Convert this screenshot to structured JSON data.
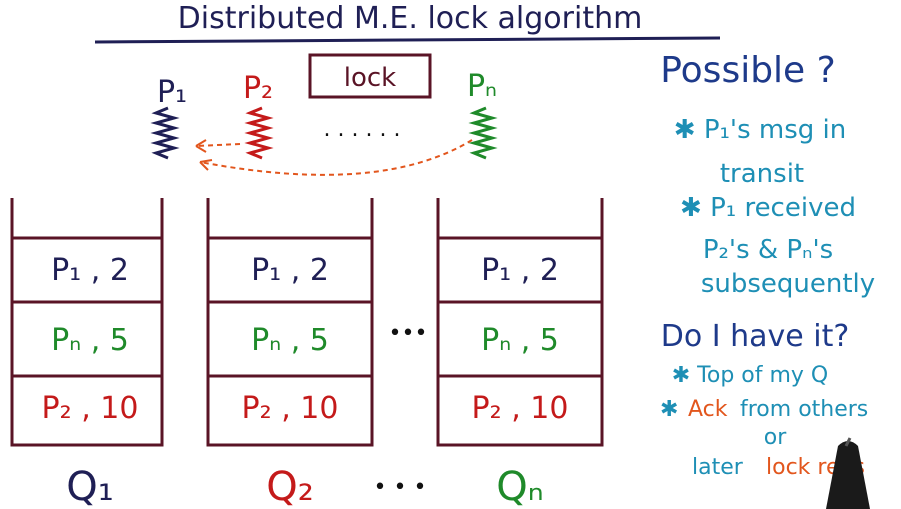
{
  "title": "Distributed M.E. lock algorithm",
  "processes": [
    {
      "label": "P₁",
      "color": "#1f1f55"
    },
    {
      "label": "P₂",
      "color": "#c41a1a"
    },
    {
      "label": "Pₙ",
      "color": "#1f8a2a"
    }
  ],
  "lock_label": "lock",
  "dots_top": ". . . . . .",
  "queues": [
    {
      "label": "Q₁",
      "label_color": "#1f1f55",
      "entries": [
        {
          "text": "P₁ , 2",
          "color": "#1f1f55"
        },
        {
          "text": "Pₙ , 5",
          "color": "#1f8a2a"
        },
        {
          "text": "P₂ , 10",
          "color": "#c41a1a"
        }
      ]
    },
    {
      "label": "Q₂",
      "label_color": "#c41a1a",
      "entries": [
        {
          "text": "P₁ , 2",
          "color": "#1f1f55"
        },
        {
          "text": "Pₙ , 5",
          "color": "#1f8a2a"
        },
        {
          "text": "P₂ , 10",
          "color": "#c41a1a"
        }
      ]
    },
    {
      "label": "Qₙ",
      "label_color": "#1f8a2a",
      "entries": [
        {
          "text": "P₁ , 2",
          "color": "#1f1f55"
        },
        {
          "text": "Pₙ , 5",
          "color": "#1f8a2a"
        },
        {
          "text": "P₂ , 10",
          "color": "#c41a1a"
        }
      ]
    }
  ],
  "dots_mid": "•••",
  "dots_bottom": "• • •",
  "notes": {
    "possible_heading": "Possible ?",
    "possible_line1": "✱ P₁'s msg in",
    "possible_line2": "transit",
    "possible_line3": "✱ P₁ received",
    "possible_line4": "P₂'s & Pₙ's",
    "possible_line5": "subsequently",
    "have_heading": "Do I have it?",
    "have_line1": "✱ Top of my Q",
    "have_line2_star": "✱",
    "have_line2_ack": "Ack",
    "have_line2_rest": "from others",
    "have_line3": "or",
    "have_line4_a": "later",
    "have_line4_b": "lock reqs"
  }
}
